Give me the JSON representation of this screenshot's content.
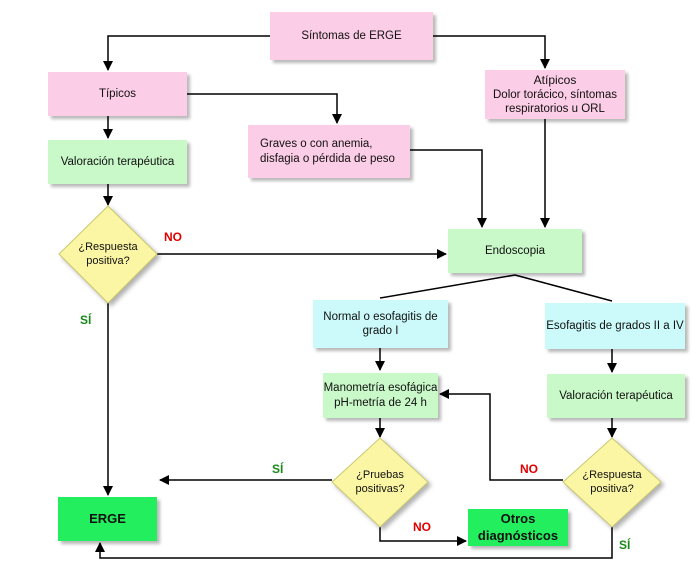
{
  "nodes": {
    "sintomas": "Síntomas de ERGE",
    "tipicos": "Típicos",
    "atipicos_title": "Atípicos",
    "atipicos_detail": "Dolor torácico, síntomas respiratorios u ORL",
    "graves": "Graves o con anemia, disfagia o pérdida de peso",
    "valoracion1": "Valoración terapéutica",
    "respuesta1": "¿Respuesta positiva?",
    "endoscopia": "Endoscopia",
    "normal": "Normal o esofagitis de grado I",
    "esofagitis": "Esofagitis de grados II a IV",
    "manometria": "Manometría esofágica pH-metría de 24 h",
    "valoracion2": "Valoración terapéutica",
    "pruebas": "¿Pruebas positivas?",
    "respuesta2": "¿Respuesta positiva?",
    "erge": "ERGE",
    "otros": "Otros diagnósticos"
  },
  "labels": {
    "no1": "NO",
    "si1": "SÍ",
    "si2": "SÍ",
    "no2": "NO",
    "no3": "NO",
    "si3": "SÍ"
  },
  "colors": {
    "pink": "#fccde6",
    "light_green": "#c9f8c9",
    "light_cyan": "#ccfafa",
    "diamond_yellow": "#fbf6a4",
    "bright_green": "#22ee5e",
    "no_label": "#e00000",
    "si_label": "#1a8a1a"
  }
}
